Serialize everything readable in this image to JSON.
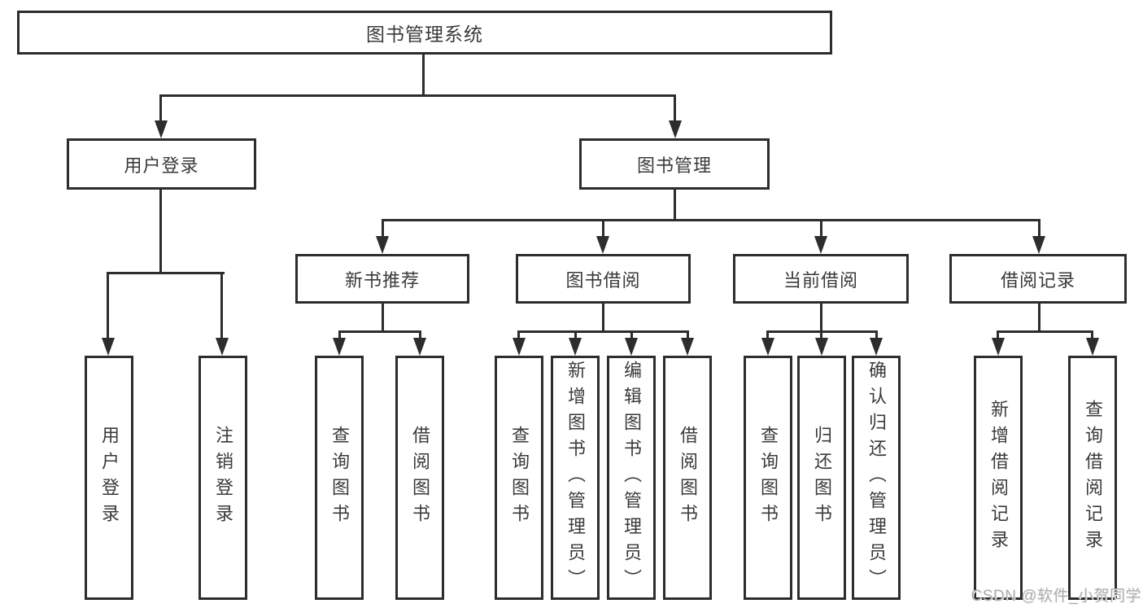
{
  "title": {
    "label": "图书管理系统"
  },
  "tree": {
    "branches": [
      {
        "label": "用户登录",
        "children": [
          {
            "label": "用户登录"
          },
          {
            "label": "注销登录"
          }
        ]
      },
      {
        "label": "图书管理",
        "children": [
          {
            "label": "新书推荐",
            "children": [
              {
                "label": "查询图书"
              },
              {
                "label": "借阅图书"
              }
            ]
          },
          {
            "label": "图书借阅",
            "children": [
              {
                "label": "查询图书"
              },
              {
                "label": "新增图书（管理员）"
              },
              {
                "label": "编辑图书（管理员）"
              },
              {
                "label": "借阅图书"
              }
            ]
          },
          {
            "label": "当前借阅",
            "children": [
              {
                "label": "查询图书"
              },
              {
                "label": "归还图书"
              },
              {
                "label": "确认归还（管理员）"
              }
            ]
          },
          {
            "label": "借阅记录",
            "children": [
              {
                "label": "新增借阅记录"
              },
              {
                "label": "查询借阅记录"
              }
            ]
          }
        ]
      }
    ]
  },
  "watermark": {
    "text": "CSDN @软件_小贺同学"
  },
  "colors": {
    "line": "#2d2d2d",
    "text": "#3a3a3a",
    "watermark": "#aeaeae",
    "background": "#ffffff"
  }
}
